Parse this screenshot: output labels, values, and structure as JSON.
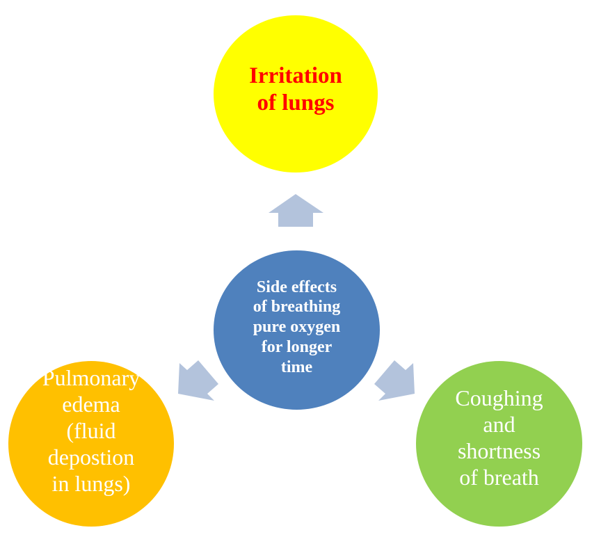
{
  "diagram": {
    "center": {
      "label": "Side effects\nof breathing\npure oxygen\nfor longer\ntime",
      "color": "#4f81bd"
    },
    "top": {
      "label": "Irritation\nof lungs",
      "color": "#ffff00",
      "text_color": "#ff0000"
    },
    "left": {
      "label": "Pulmonary\nedema\n(fluid\ndepostion\nin lungs)",
      "color": "#ffc000"
    },
    "right": {
      "label": "Coughing\nand\nshortness\nof breath",
      "color": "#92d050"
    },
    "arrow_color": "#b3c3dc"
  }
}
